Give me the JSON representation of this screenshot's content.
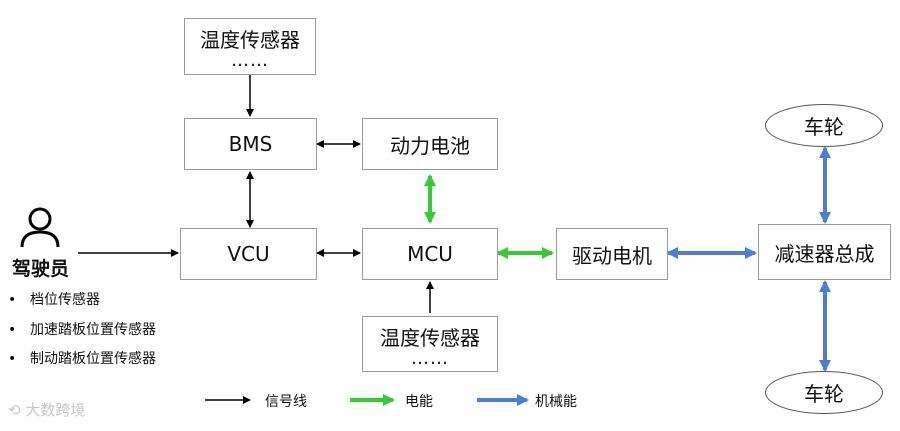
{
  "nodes": {
    "temp_sensor_top": {
      "title": "温度传感器",
      "more": "……"
    },
    "bms": "BMS",
    "battery": "动力电池",
    "vcu": "VCU",
    "mcu": "MCU",
    "motor": "驱动电机",
    "reducer": "减速器总成",
    "temp_sensor_bottom": {
      "title": "温度传感器",
      "more": "……"
    },
    "wheel_top": "车轮",
    "wheel_bottom": "车轮"
  },
  "driver": {
    "label": "驾驶员",
    "sensors": [
      "档位传感器",
      "加速踏板位置传感器",
      "制动踏板位置传感器"
    ]
  },
  "legend": {
    "signal": "信号线",
    "electric": "电能",
    "mechanical": "机械能"
  },
  "colors": {
    "signal": "#000000",
    "electric": "#33cc33",
    "mechanical": "#4a7fd4"
  },
  "watermark": "大数跨境",
  "bullet_char": "•"
}
